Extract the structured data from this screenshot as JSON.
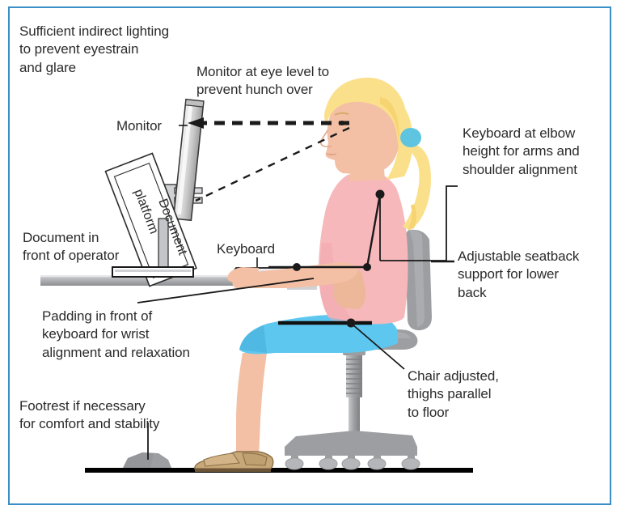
{
  "figure": {
    "title": "Ergonomic workstation setup diagram",
    "border_color": "#3c8fc6",
    "background_color": "#ffffff",
    "text_color": "#2b2b2b"
  },
  "annotations": {
    "lighting": "Sufficient indirect lighting\nto prevent eyestrain\nand glare",
    "monitor_eye_level": "Monitor at eye level to\nprevent hunch over",
    "monitor": "Monitor",
    "keyboard_elbow": "Keyboard at elbow\nheight for arms and\nshoulder alignment",
    "document_front": "Document in\nfront of operator",
    "keyboard": "Keyboard",
    "seatback": "Adjustable seatback\nsupport for lower\nback",
    "padding": "Padding in front of\nkeyboard for wrist\nalignment and relaxation",
    "chair_adjusted": "Chair adjusted,\nthighs parallel\nto floor",
    "footrest": "Footrest if necessary\nfor comfort and stability"
  },
  "inline_labels": {
    "document_platform_document": "Document",
    "document_platform_platform": "platform"
  },
  "colors": {
    "skin": "#f3c0a5",
    "skin_shadow": "#edb79a",
    "hair": "#fbe08c",
    "hair_tie": "#5ec4e0",
    "shirt": "#f7b8bb",
    "shirt_shadow": "#f1a7ad",
    "skirt": "#5ec7ef",
    "chair_gray": "#9c9ea1",
    "chair_gray_light": "#b4b6b9",
    "desk_gray": "#a8aaad",
    "shoe_tan": "#c8a878",
    "keyboard_gray": "#d5d7da",
    "wrist_pad_blue": "#1b5fb4",
    "floor_black": "#000000",
    "leader_line": "#1a1a1a",
    "monitor_outline": "#3a3a3a"
  },
  "shapes": {
    "desk_surface": "horizontal gray bar",
    "floor_line": "horizontal black line",
    "monitor": "tilted flat-panel monitor on stand",
    "document_platform": "tilted document holder beside monitor",
    "keyboard": "gray keyboard with blue wrist pad",
    "chair": "gray office chair with seatback, gas cylinder and 5-caster base",
    "footrest": "gray wedge footrest on floor",
    "person": "seated female operator in profile facing left"
  }
}
